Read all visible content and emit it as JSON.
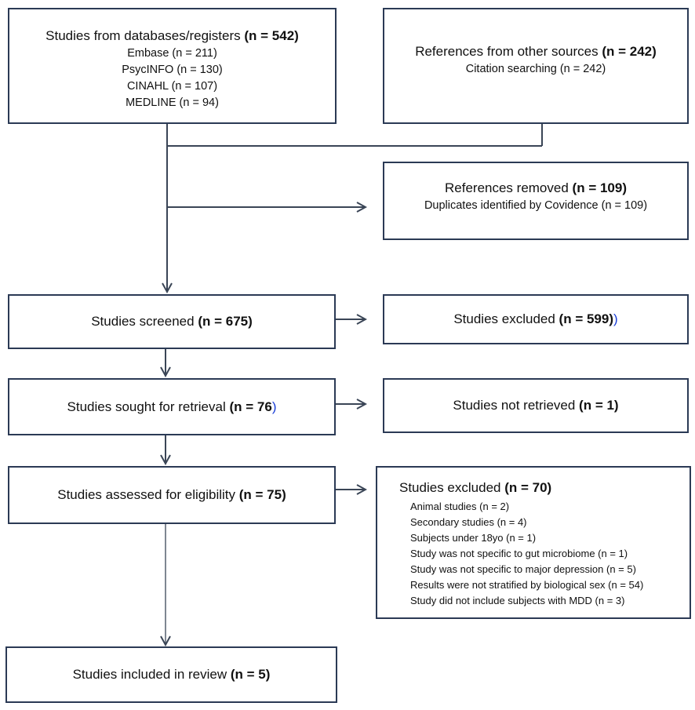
{
  "sources": {
    "databases": {
      "title": "Studies from databases/registers",
      "count": "(n = 542)",
      "items": [
        "Embase (n = 211)",
        "PsycINFO (n = 130)",
        "CINAHL (n = 107)",
        "MEDLINE (n = 94)"
      ]
    },
    "other": {
      "title": "References from other sources",
      "count": "(n = 242)",
      "items": [
        "Citation searching (n = 242)"
      ]
    }
  },
  "removed": {
    "title": "References removed",
    "count": "(n = 109)",
    "detail": "Duplicates identified by Covidence (n = 109)"
  },
  "screened": {
    "label": "Studies screened",
    "count": "(n = 675)"
  },
  "excluded_screen": {
    "label": "Studies excluded",
    "count": "(n = 599)",
    "trail": ")"
  },
  "retrieval": {
    "label": "Studies sought for retrieval",
    "count": "(n = 76",
    "trail": ")"
  },
  "not_retrieved": {
    "label": "Studies not retrieved",
    "count": "(n = 1)"
  },
  "eligibility": {
    "label": "Studies assessed for eligibility",
    "count": "(n = 75)"
  },
  "excluded_full": {
    "title": "Studies excluded",
    "count": "(n = 70)",
    "reasons": [
      "Animal studies (n = 2)",
      "Secondary studies (n = 4)",
      "Subjects under 18yo (n = 1)",
      "Study was not specific to gut microbiome (n = 1)",
      "Study was not specific to major depression (n = 5)",
      "Results were not stratified by biological sex (n = 54)",
      "Study did not include subjects with MDD  (n = 3)"
    ]
  },
  "included": {
    "label": "Studies included in review",
    "count": "(n = 5)"
  },
  "colors": {
    "border": "#2b3a55",
    "arrow": "#3a4556",
    "accent_paren": "#1a3fd8"
  }
}
